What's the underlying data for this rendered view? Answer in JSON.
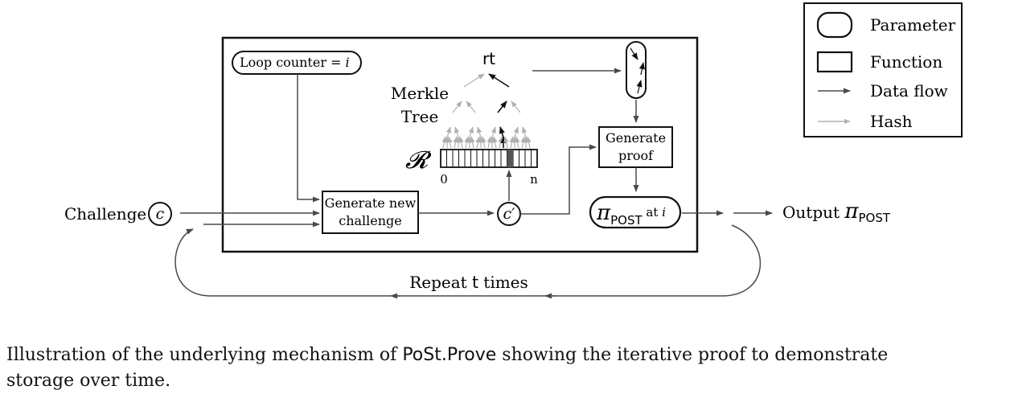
{
  "legend": {
    "parameter_label": "Parameter",
    "function_label": "Function",
    "dataflow_label": "Data flow",
    "hash_label": "Hash"
  },
  "diagram": {
    "loop_counter": "Loop counter = ",
    "loop_var": "i",
    "rt": "rt",
    "merkle_line1": "Merkle",
    "merkle_line2": "Tree",
    "r_symbol": "𝓡",
    "r_start": "0",
    "r_end": "n",
    "gen_challenge_line1": "Generate new",
    "gen_challenge_line2": "challenge",
    "gen_proof_line1": "Generate",
    "gen_proof_line2": "proof",
    "challenge_label": "Challenge",
    "challenge_var": "c",
    "c_prime": "c′",
    "pi": "π",
    "post_sub": "POST",
    "at_i_text": " at ",
    "at_i_var": "i",
    "output_label": "Output ",
    "repeat_pre": "Repeat ",
    "repeat_t": "t",
    "repeat_post": " times"
  },
  "caption": {
    "pre": "Illustration of the underlying mechanism of ",
    "func": "PoSt.Prove",
    "post": " showing the iterative proof to demonstrate storage over time."
  },
  "colors": {
    "dataflow": "#4a4a4a",
    "hash": "#b0b0b0",
    "frame": "#111111",
    "highlight_cell": "#555555"
  }
}
